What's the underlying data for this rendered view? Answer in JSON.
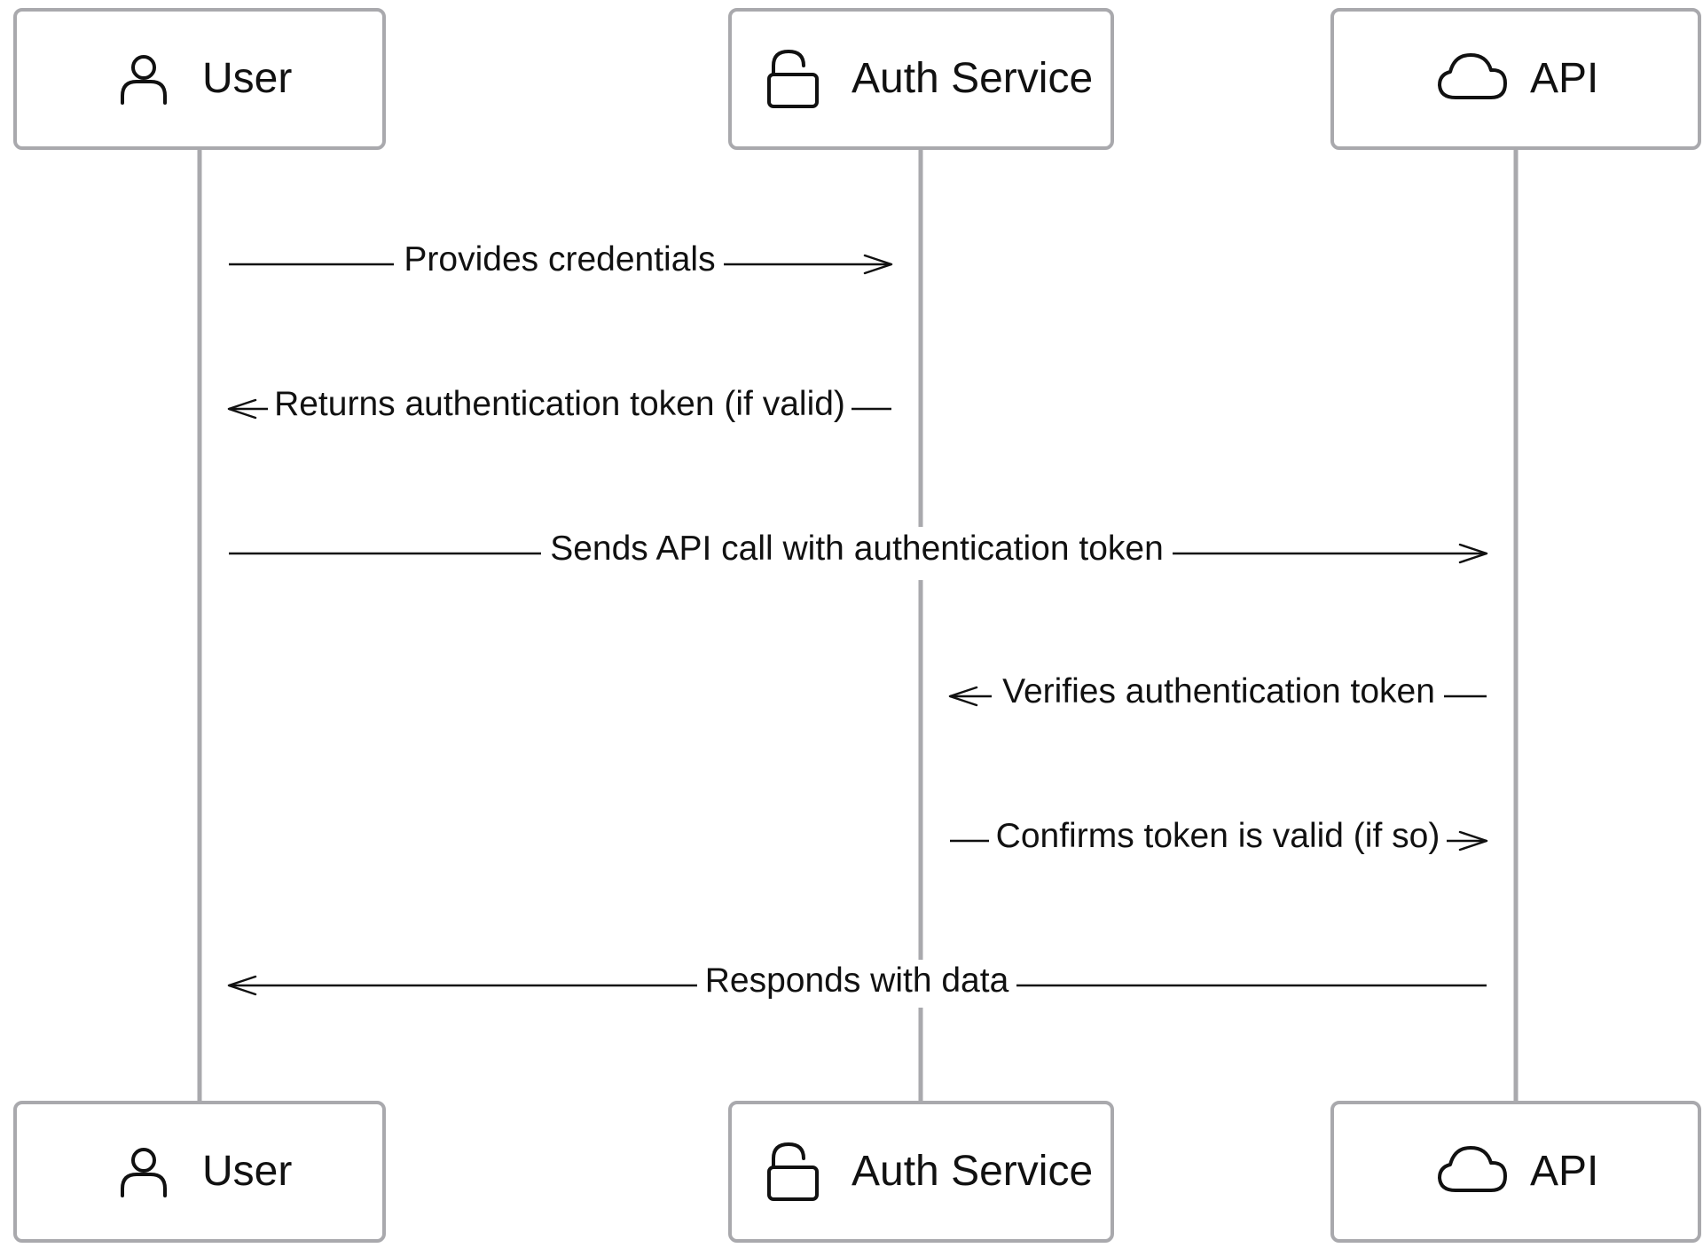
{
  "diagram": {
    "type": "sequence",
    "participants": [
      {
        "id": "user",
        "label": "User",
        "icon": "person-icon"
      },
      {
        "id": "auth",
        "label": "Auth Service",
        "icon": "unlocked-padlock-icon"
      },
      {
        "id": "api",
        "label": "API",
        "icon": "cloud-icon"
      }
    ],
    "messages": [
      {
        "from": "user",
        "to": "auth",
        "label": "Provides credentials"
      },
      {
        "from": "auth",
        "to": "user",
        "label": "Returns authentication token (if valid)"
      },
      {
        "from": "user",
        "to": "api",
        "label": "Sends API call with authentication token"
      },
      {
        "from": "api",
        "to": "auth",
        "label": "Verifies authentication token"
      },
      {
        "from": "auth",
        "to": "api",
        "label": "Confirms token is valid (if so)"
      },
      {
        "from": "api",
        "to": "user",
        "label": "Responds with data"
      }
    ],
    "colors": {
      "box_border": "#a9a9ad",
      "lifeline": "#a9a9ad",
      "ink": "#111111"
    }
  }
}
